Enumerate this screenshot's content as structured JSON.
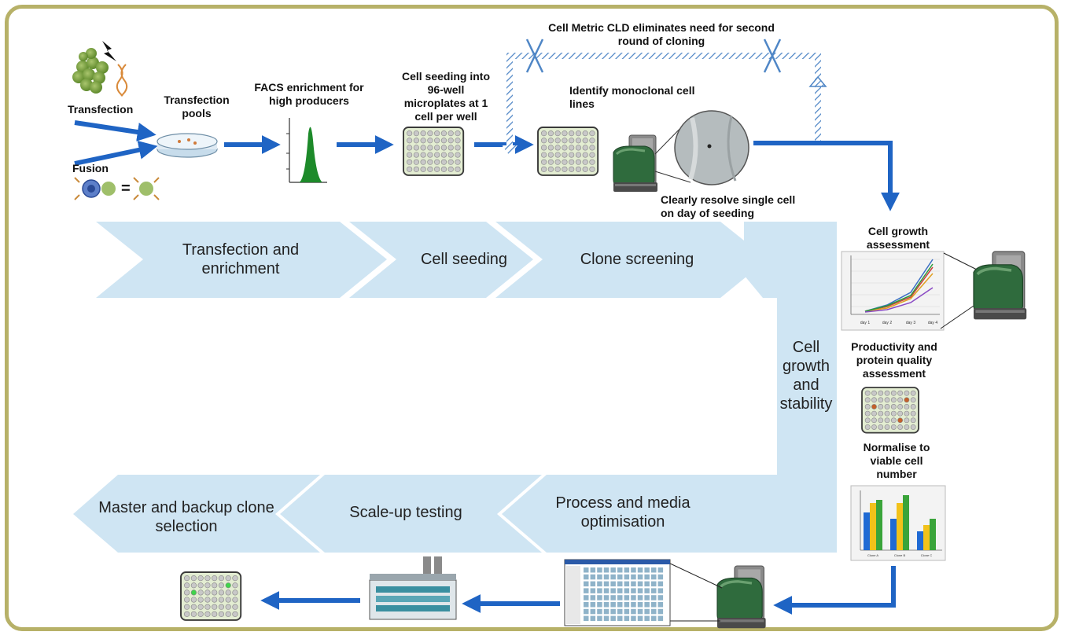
{
  "labels": {
    "transfection": "Transfection",
    "transfection_pools": "Transfection pools",
    "fusion": "Fusion",
    "facs": "FACS enrichment for high producers",
    "cell_seeding_note": "Cell seeding into 96-well microplates at 1 cell per well",
    "identify_monoclonal": "Identify monoclonal cell lines",
    "cld_note": "Cell Metric CLD eliminates need for second round of cloning",
    "clearly_resolve": "Clearly resolve single cell on day of seeding",
    "cell_growth_assessment": "Cell growth assessment",
    "productivity": "Productivity and protein quality assessment",
    "normalise": "Normalise to viable cell number"
  },
  "stages": {
    "transfection_enrichment": "Transfection and enrichment",
    "cell_seeding": "Cell seeding",
    "clone_screening": "Clone screening",
    "cell_growth_stability": "Cell growth and stability",
    "process_media": "Process and media optimisation",
    "scale_up": "Scale-up testing",
    "master_backup": "Master and backup clone selection"
  },
  "growth_chart": {
    "categories": [
      "day 1",
      "day 2",
      "day 3",
      "day 4"
    ]
  },
  "bar_chart": {
    "categories": [
      "Clone A",
      "Clone B",
      "Clone C"
    ]
  },
  "colors": {
    "arrow": "#1f64c4",
    "chevron": "#cfe5f3",
    "frame": "#b7b168",
    "instrument_green": "#2f6b3d"
  }
}
